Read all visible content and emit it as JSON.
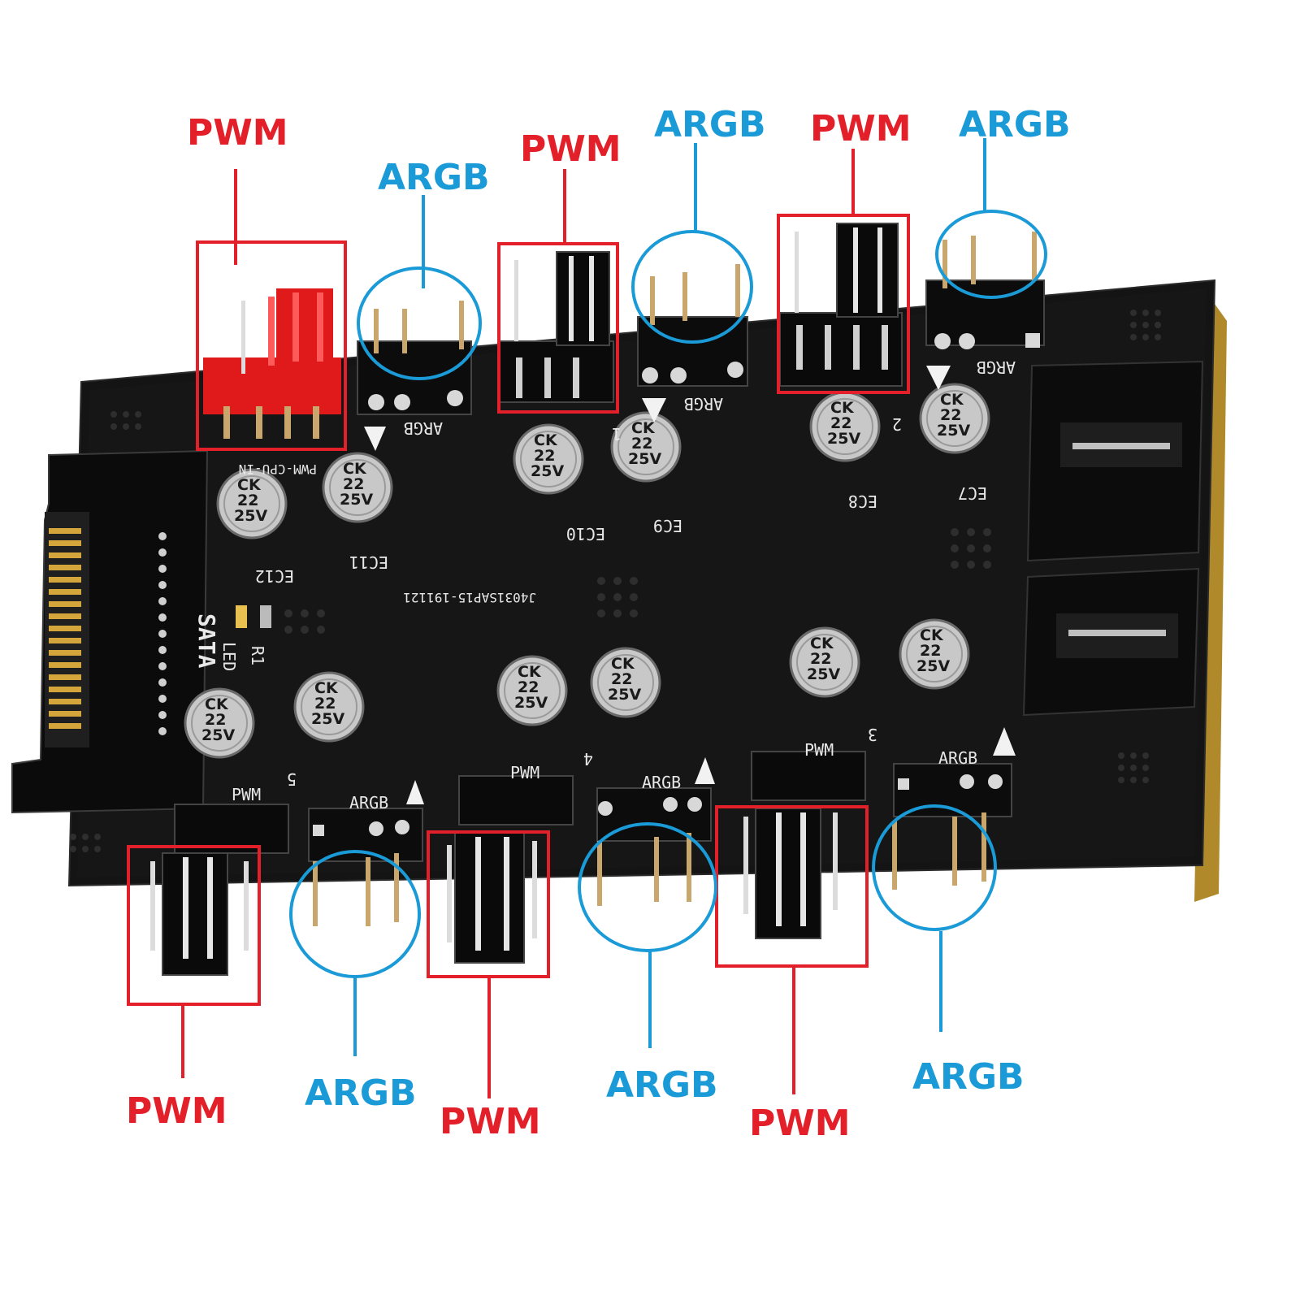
{
  "labels": {
    "pwm": "PWM",
    "argb": "ARGB"
  },
  "silkscreen": {
    "sata": "SATA",
    "led": "LED",
    "r1": "R1",
    "part_number": "J4031SAP15-191121",
    "pwm_cpu": "PWM-CPU-IN",
    "argb": "ARGB",
    "pwm": "PWM",
    "ec7": "EC7",
    "ec8": "EC8",
    "ec9": "EC9",
    "ec10": "EC10",
    "ec11": "EC11",
    "ec12": "EC12",
    "n1": "1",
    "n2": "2",
    "n3": "3",
    "n4": "4",
    "n5": "5"
  },
  "capacitor": {
    "brand": "CK",
    "value": "22",
    "voltage": "25V"
  },
  "colors": {
    "pwm_label": "#e3202a",
    "argb_label": "#1a9ad6",
    "board": "#111111",
    "connector_red": "#e01a1a",
    "pin_gold": "#c9a66b"
  }
}
